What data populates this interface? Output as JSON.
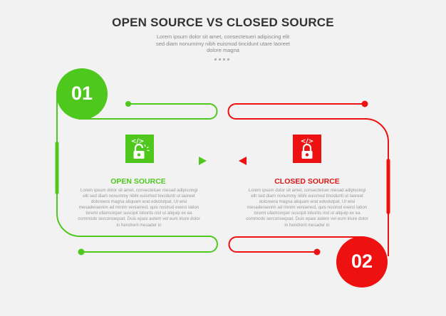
{
  "header": {
    "title": "OPEN SOURCE VS CLOSED SOURCE",
    "subtitle": "Lorem ipsum dolor sit amet, consectetueri adipiscing elit sed diam nonumimy nibh euismod tincidunt utare laoreet dolore magna",
    "pagination_dots": 4
  },
  "colors": {
    "background": "#f2f2f2",
    "open_green": "#4fc81e",
    "closed_red": "#ee1111",
    "title": "#333333",
    "body_text": "#999999"
  },
  "steps": [
    {
      "number": "01",
      "heading": "OPEN SOURCE",
      "icon": "code-unlocked-padlock-icon",
      "color": "#4fc81e",
      "body": "Lorem ipsum dolor sit amet, consectetuer mesad adipiscingi elit sed diam nonummy nibhi euismod tinciduntí ut laoreet doloreera magna aliquam erat edvolutpat. Ut wisi mesaderaenim ad minim veniamed, quis nostrud exerci tation loremi ullamcorper suscipit lobortis nisl ut aliquip ex ea commodo serconsequat. Duis epasi autem vel eum iriure dolor in hendrerit mesader in",
      "arrow": "triangle-right-icon"
    },
    {
      "number": "02",
      "heading": "CLOSED SOURCE",
      "icon": "code-locked-padlock-icon",
      "color": "#ee1111",
      "body": "Lorem ipsum dolor sit amet, consectetuer mesad adipiscingi elit sed diam nonummy nibhi euismod tinciduntí ut laoreet doloreera magna aliquam erat edvolutpat. Ut wisi mesaderaenim ad minim veniamed, quis nostrud exerci tation loremi ullamcorper suscipit lobortis nisl ut aliquip ex ea commodo serconsequat. Duis epasi autem vel eum iriure dolor in hendrerit mesader in",
      "arrow": "triangle-left-icon"
    }
  ]
}
